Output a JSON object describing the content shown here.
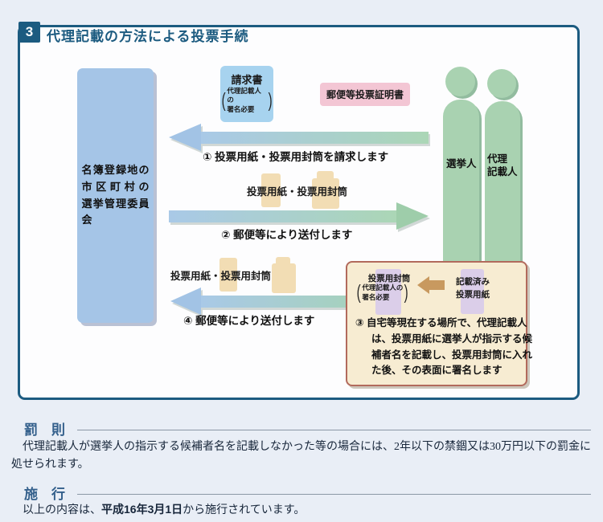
{
  "header": {
    "number": "3",
    "title": "代理記載の方法による投票手続"
  },
  "diagram": {
    "committee": {
      "line1": "名簿登録地の",
      "line2": "市区町村の",
      "line3": "選挙管理委員会"
    },
    "request_box": {
      "title": "請求書",
      "paren_open": "(",
      "paren_close": ")",
      "note_line1": "代理記載人の",
      "note_line2": "署名必要"
    },
    "certificate_label": "郵便等投票証明書",
    "person_left_label": "選挙人",
    "person_right_line1": "代理",
    "person_right_line2": "記載人",
    "step1_label": "① 投票用紙・投票用封筒を請求します",
    "step2_label": "② 郵便等により送付します",
    "step4_label": "④ 郵便等により送付します",
    "ballot_label_top": "投票用紙・投票用封筒",
    "ballot_label_bottom": "投票用紙・投票用封筒",
    "step3_box": {
      "envelope_title": "投票用封筒",
      "paren_open": "(",
      "paren_close": ")",
      "envelope_note_line1": "代理記載人の",
      "envelope_note_line2": "署名必要",
      "written_line1": "記載済み",
      "written_line2": "投票用紙",
      "text": "③ 自宅等現在する場所で、代理記載人は、投票用紙に選挙人が指示する候補者名を記載し、投票用封筒に入れた後、その表面に署名します"
    }
  },
  "penalty": {
    "heading": "罰　則",
    "body": "代理記載人が選挙人の指示する候補者名を記載しなかった等の場合には、2年以下の禁錮又は30万円以下の罰金に処せられます。"
  },
  "enforcement": {
    "heading": "施　行",
    "body_prefix": "以上の内容は、",
    "date": "平成16年3月1日",
    "body_suffix": "から施行されています。"
  },
  "colors": {
    "page_bg": "#e9eef6",
    "panel_border_blue": "#1c5b80",
    "committee_blue": "#a5c5e7",
    "request_blue": "#a7d3ef",
    "certificate_pink": "#f3c6d4",
    "person_green": "#a9d2b1",
    "arrow_blue": "#a2c3e5",
    "arrow_green": "#9ecdaa",
    "ballot_tan": "#f2ddb4",
    "step3_bg": "#f7ecd2",
    "step3_border": "#b26a5c",
    "purple_item": "#dbcee9",
    "brown_arrow": "#c8995f",
    "heading_blue": "#34608c"
  }
}
